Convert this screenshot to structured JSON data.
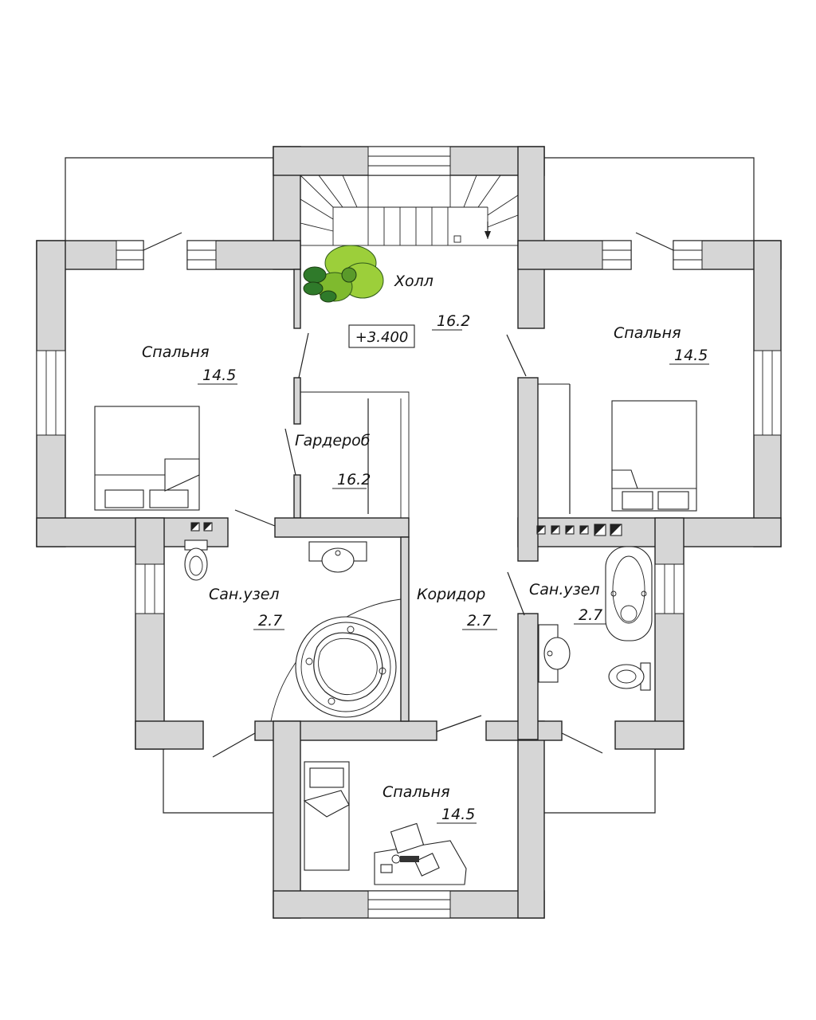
{
  "rooms": [
    {
      "id": "hall",
      "name": "Холл",
      "area": "16.2"
    },
    {
      "id": "bedroom-left",
      "name": "Спальня",
      "area": "14.5"
    },
    {
      "id": "bedroom-right",
      "name": "Спальня",
      "area": "14.5"
    },
    {
      "id": "wardrobe",
      "name": "Гардероб",
      "area": "16.2"
    },
    {
      "id": "bathroom-left",
      "name": "Сан.узел",
      "area": "2.7"
    },
    {
      "id": "corridor",
      "name": "Коридор",
      "area": "2.7"
    },
    {
      "id": "bathroom-right",
      "name": "Сан.узел",
      "area": "2.7"
    },
    {
      "id": "bedroom-bottom",
      "name": "Спальня",
      "area": "14.5"
    }
  ],
  "level_mark": "+3.400",
  "colors": {
    "wall_fill": "#d6d6d6",
    "plant_light": "#9ccf3a",
    "plant_dark": "#2f7a2a"
  }
}
